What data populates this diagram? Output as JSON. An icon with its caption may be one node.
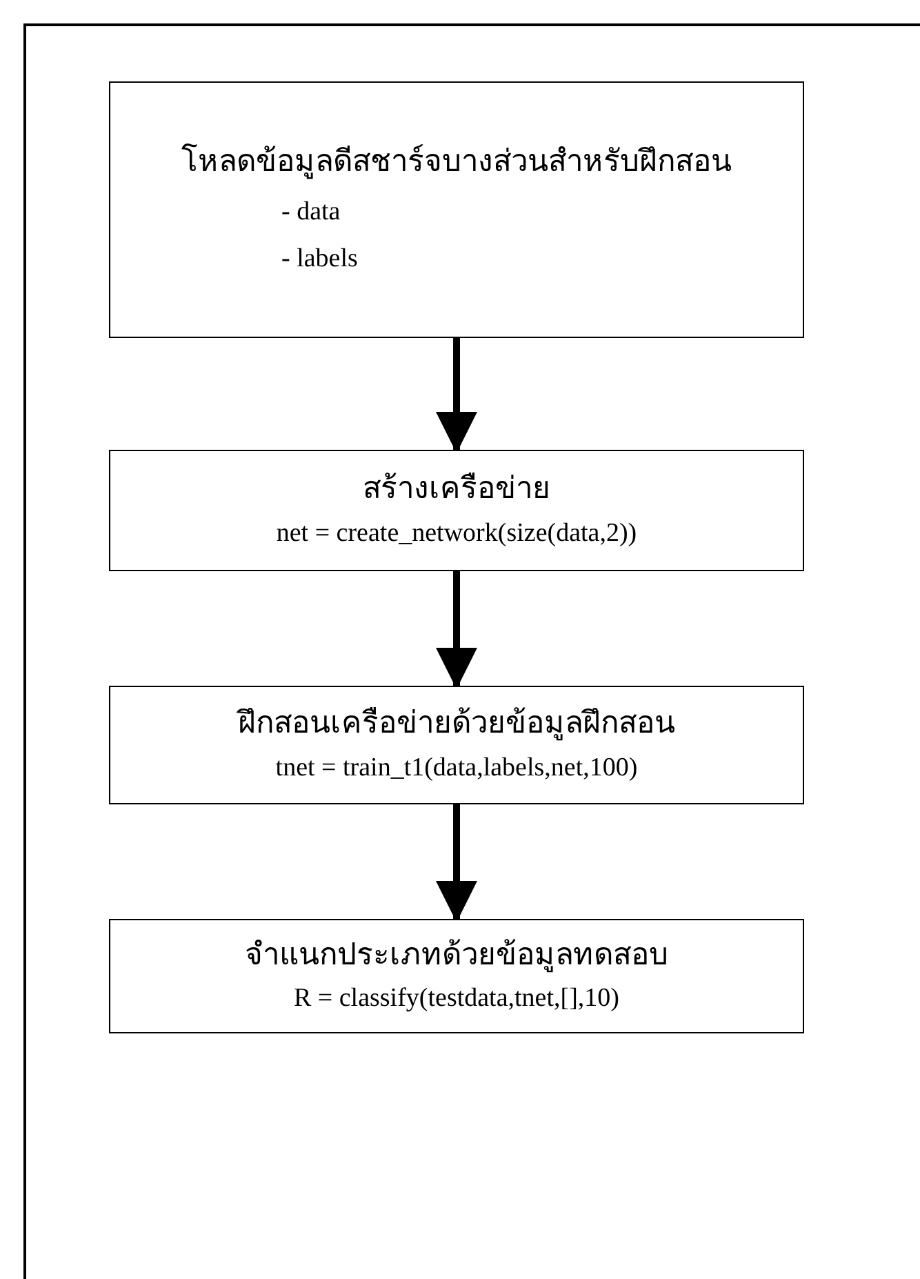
{
  "diagram": {
    "nodes": [
      {
        "text": [
          "โหลดข้อมูลดีสชาร์จบางส่วนสำหรับฝึกสอน",
          "- data",
          "- labels"
        ]
      },
      {
        "text": [
          "สร้างเครือข่าย",
          "net = create_network(size(data,2))"
        ]
      },
      {
        "text": [
          "ฝึกสอนเครือข่ายด้วยข้อมูลฝึกสอน",
          "tnet = train_t1(data,labels,net,100)"
        ]
      },
      {
        "text": [
          "จำแนกประเภทด้วยข้อมูลทดสอบ",
          "R = classify(testdata,tnet,[],10)"
        ]
      }
    ],
    "edges": [
      {
        "from": 0,
        "to": 1,
        "arrow": "to"
      },
      {
        "from": 1,
        "to": 2,
        "arrow": "to"
      },
      {
        "from": 2,
        "to": 3,
        "arrow": "to"
      }
    ]
  }
}
